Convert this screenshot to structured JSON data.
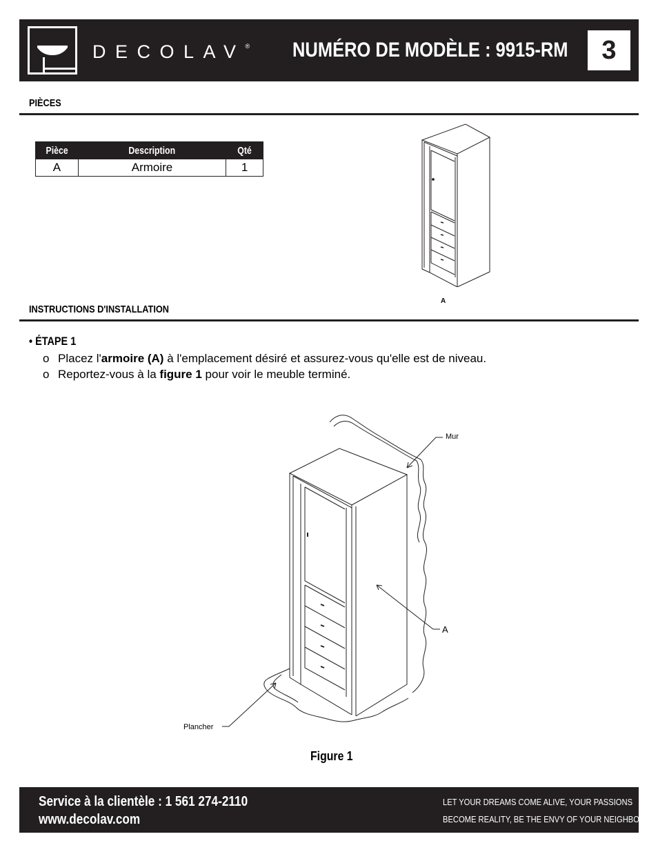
{
  "header": {
    "brand": "DECOLAV",
    "brand_reg": "®",
    "model_title": "NUMÉRO DE MODÈLE : 9915-RM",
    "page_number": "3"
  },
  "parts_section": {
    "heading": "PIÈCES",
    "table": {
      "headers": [
        "Pièce",
        "Description",
        "Qté"
      ],
      "rows": [
        [
          "A",
          "Armoire",
          "1"
        ]
      ]
    },
    "illustration_label": "A"
  },
  "install_section": {
    "heading": "INSTRUCTIONS D'INSTALLATION",
    "step_title": "• ÉTAPE 1",
    "step_lines": [
      {
        "bullet": "o",
        "pre": "Placez l'",
        "bold": "armoire (A)",
        "post": " à l'emplacement désiré et assurez-vous qu'elle est de niveau."
      },
      {
        "bullet": "o",
        "pre": "Reportez-vous à la ",
        "bold": "figure 1",
        "post": " pour voir le meuble terminé."
      }
    ]
  },
  "figure": {
    "label_wall": "Mur",
    "label_part": "A",
    "label_floor": "Plancher",
    "caption": "Figure 1"
  },
  "footer": {
    "service": "Service à la clientèle : 1 561 274-2110",
    "website": "www.decolav.com",
    "tagline_line1": "LET YOUR DREAMS COME ALIVE, YOUR PASSIONS",
    "tagline_line2": "BECOME REALITY, BE THE ENVY OF YOUR NEIGHBORS",
    "tagline_reg": "®"
  },
  "colors": {
    "header_bg": "#231f20",
    "text": "#000000",
    "inverse_text": "#ffffff"
  }
}
